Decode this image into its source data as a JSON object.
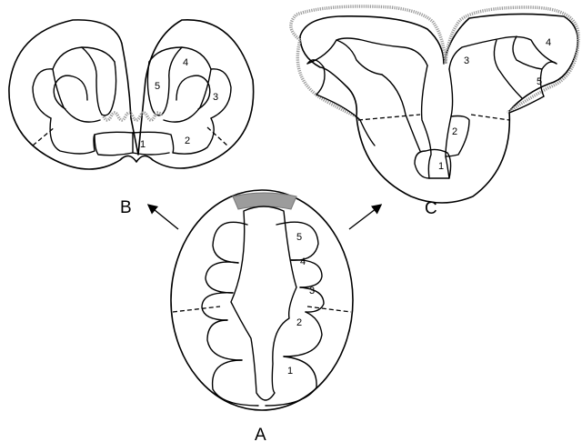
{
  "panels": {
    "A": {
      "label": "A",
      "numbers": [
        "1",
        "2",
        "3",
        "4",
        "5"
      ]
    },
    "B": {
      "label": "B",
      "numbers": [
        "1",
        "2",
        "3",
        "4",
        "5"
      ]
    },
    "C": {
      "label": "C",
      "numbers": [
        "1",
        "2",
        "3",
        "4",
        "5"
      ]
    }
  }
}
